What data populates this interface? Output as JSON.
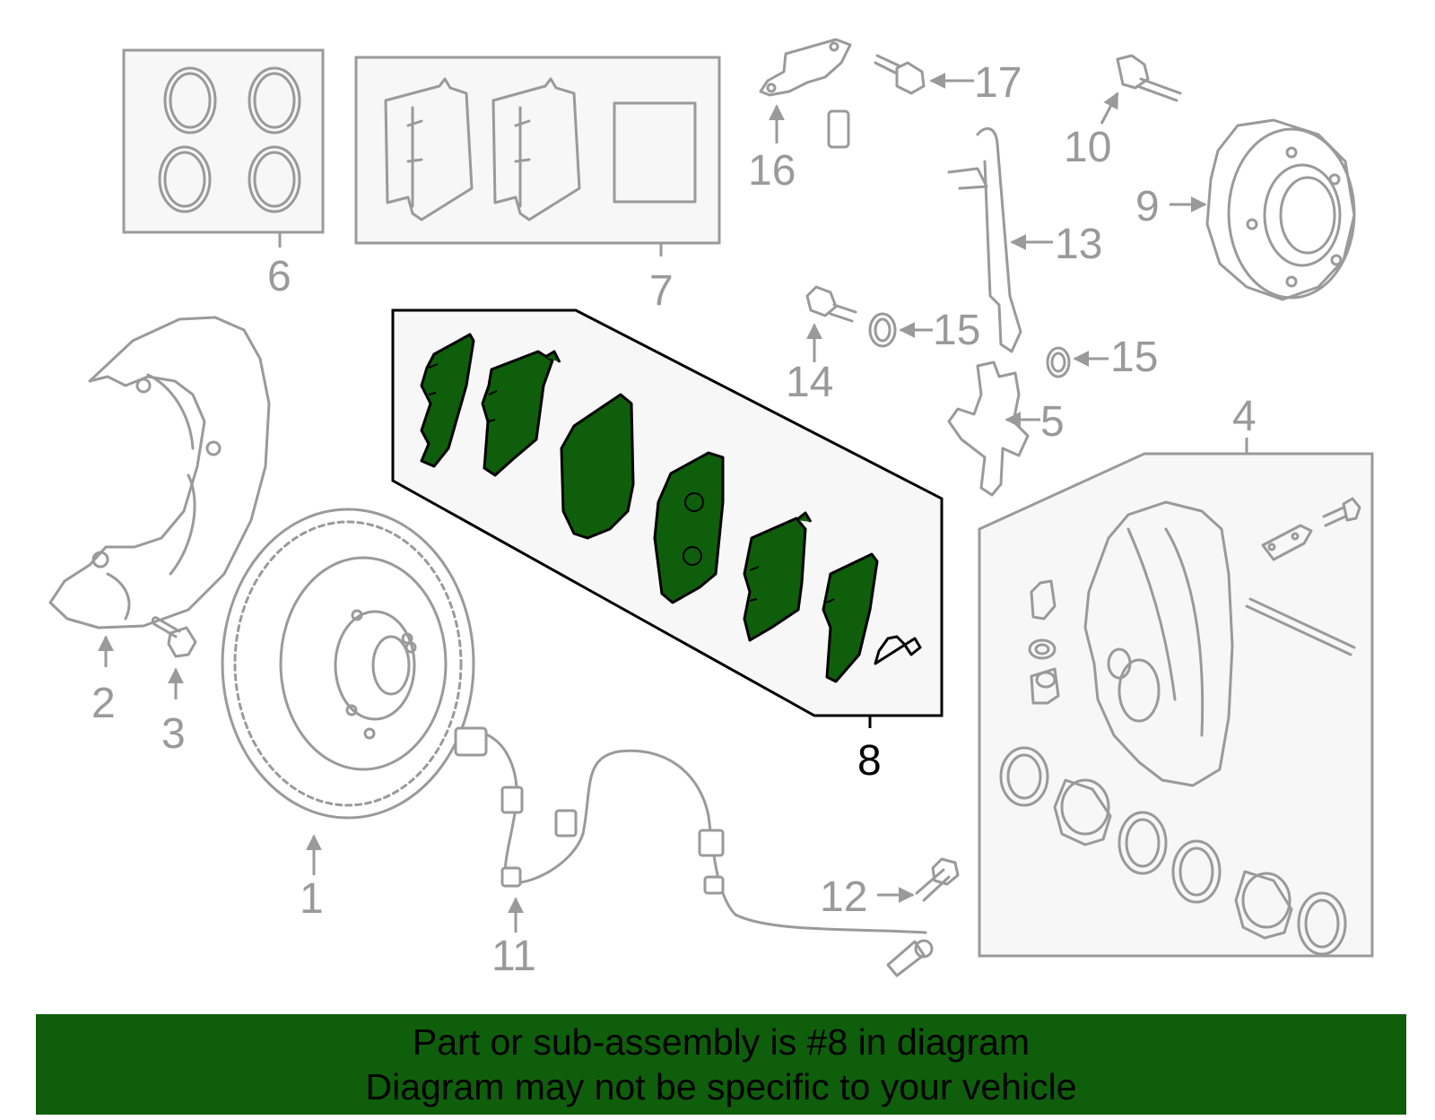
{
  "colors": {
    "highlight_fill": "#0f5e0b",
    "line_gray": "#9a9a9a",
    "highlight_outline": "#000000",
    "banner_bg": "#0f5e0b"
  },
  "highlighted_part": "8",
  "callouts": [
    "1",
    "2",
    "3",
    "4",
    "5",
    "6",
    "7",
    "8",
    "9",
    "10",
    "11",
    "12",
    "13",
    "14",
    "15",
    "15",
    "16",
    "17"
  ],
  "banner": {
    "line1": "Part or sub-assembly is #8 in diagram",
    "line2": "Diagram may not be specific to your vehicle"
  }
}
